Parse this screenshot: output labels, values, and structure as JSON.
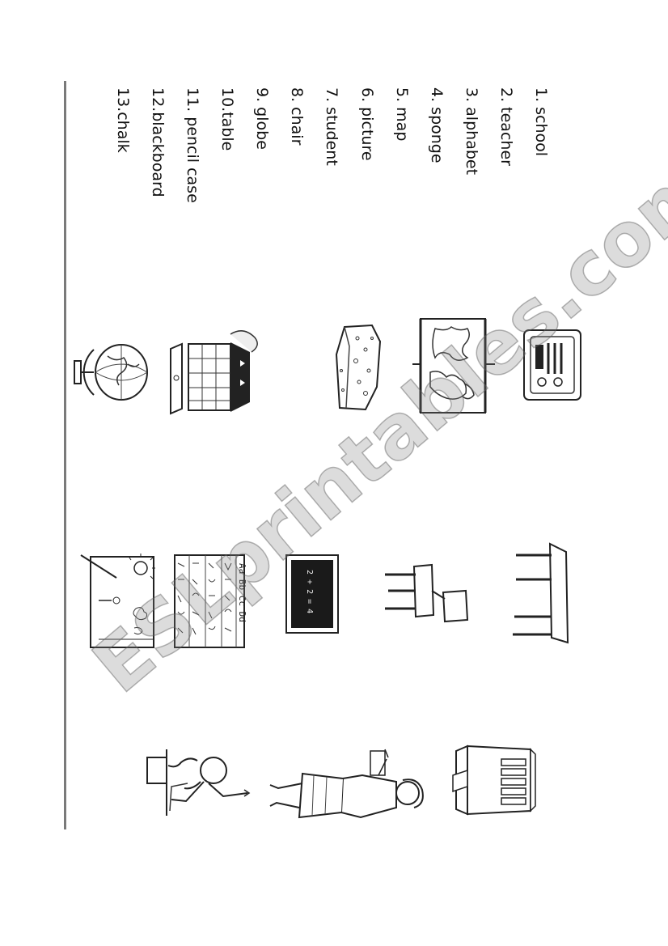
{
  "vocabulary": [
    "1. school",
    "2. teacher",
    "3. alphabet",
    "4. sponge",
    "5. map",
    "6. picture",
    "7. student",
    "8. chair",
    "9. globe",
    "10.table",
    "11. pencil case",
    "12.blackboard",
    "13.chalk"
  ],
  "blackboard_text": "2 + 2 = 4",
  "alphabet_letters": "Aa Bb Cc Dd",
  "watermark": "ESLprintables.com"
}
